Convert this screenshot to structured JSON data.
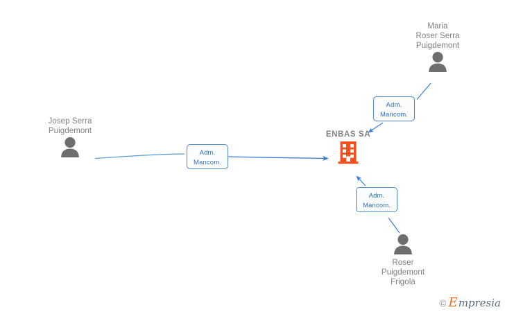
{
  "diagram": {
    "type": "company-relationship-graph",
    "company": {
      "name": "ENBAS SA",
      "icon": "building-icon",
      "color": "#f4511e"
    },
    "persons": [
      {
        "id": "josep",
        "name": "Josep Serra\nPuigdemont",
        "icon": "person-icon",
        "position": "left"
      },
      {
        "id": "maria",
        "name": "Maria\nRoser Serra\nPuigdemont",
        "icon": "person-icon",
        "position": "top-right"
      },
      {
        "id": "roser",
        "name": "Roser\nPuigdemont\nFrigola",
        "icon": "person-icon",
        "position": "bottom-right"
      }
    ],
    "relations": [
      {
        "id": "rel-josep",
        "from": "josep",
        "to": "company",
        "line1": "Adm.",
        "line2": "Mancom."
      },
      {
        "id": "rel-maria",
        "from": "maria",
        "to": "company",
        "line1": "Adm.",
        "line2": "Mancom."
      },
      {
        "id": "rel-roser",
        "from": "roser",
        "to": "company",
        "line1": "Adm.",
        "line2": "Mancom."
      }
    ],
    "edge_color": "#4a86c8",
    "text_color": "#808080"
  },
  "watermark": {
    "copyright": "©",
    "brand_initial": "E",
    "brand_rest": "mpresia"
  }
}
